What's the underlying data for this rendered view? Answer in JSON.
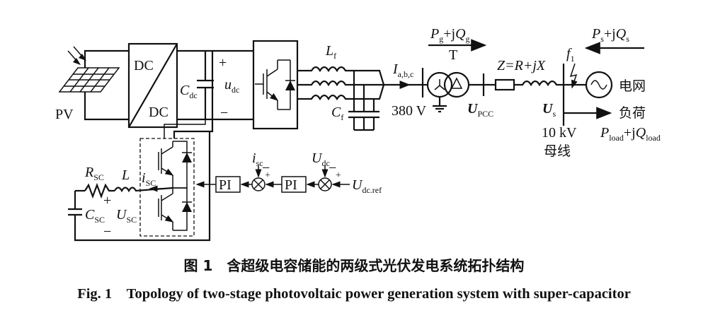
{
  "labels": {
    "pv": "PV",
    "dc_top": "DC",
    "dc_bottom": "DC",
    "cdc_main": "C",
    "cdc_sub": "dc",
    "plus": "+",
    "minus": "−",
    "udc_main": "u",
    "udc_sub": "dc",
    "lf_main": "L",
    "lf_sub": "f",
    "cf_main": "C",
    "cf_sub": "f",
    "i_main": "I",
    "i_sub": "a,b,c",
    "v380": "380 V",
    "pg": "P",
    "pg_sub": "g",
    "pg_mid": "+j",
    "qg": "Q",
    "qg_sub": "g",
    "t": "T",
    "upcc_main": "U",
    "upcc_sub": "PCC",
    "z": "Z=R+jX",
    "us_main": "U",
    "us_sub": "s",
    "ps": "P",
    "ps_sub": "s",
    "ps_mid": "+j",
    "qs": "Q",
    "qs_sub": "s",
    "f1_main": "f",
    "f1_sub": "1",
    "grid": "电网",
    "load": "负荷",
    "kv10": "10 kV",
    "bus": "母线",
    "pload": "P",
    "pload_sub": "load",
    "pload_mid": "+j",
    "qload": "Q",
    "qload_sub": "load",
    "rsc_main": "R",
    "rsc_sub": "SC",
    "l": "L",
    "isc_main": "i",
    "isc_sub": "SC",
    "csc_main": "C",
    "csc_sub": "SC",
    "usc_main": "U",
    "usc_sub": "SC",
    "csc_plus": "+",
    "csc_minus": "−",
    "pi1": "PI",
    "pi2": "PI",
    "isc2_main": "i",
    "isc2_sub": "sc",
    "j1_minus": "−",
    "j1_plus": "+",
    "udc2_main": "U",
    "udc2_sub": "dc",
    "j2_minus": "−",
    "j2_plus": "+",
    "udcref_main": "U",
    "udcref_sub": "dc.ref"
  },
  "caption": {
    "cn": "图 1　含超级电容储能的两级式光伏发电系统拓扑结构",
    "en": "Fig. 1　Topology of two-stage photovoltaic power generation system with super-capacitor"
  }
}
